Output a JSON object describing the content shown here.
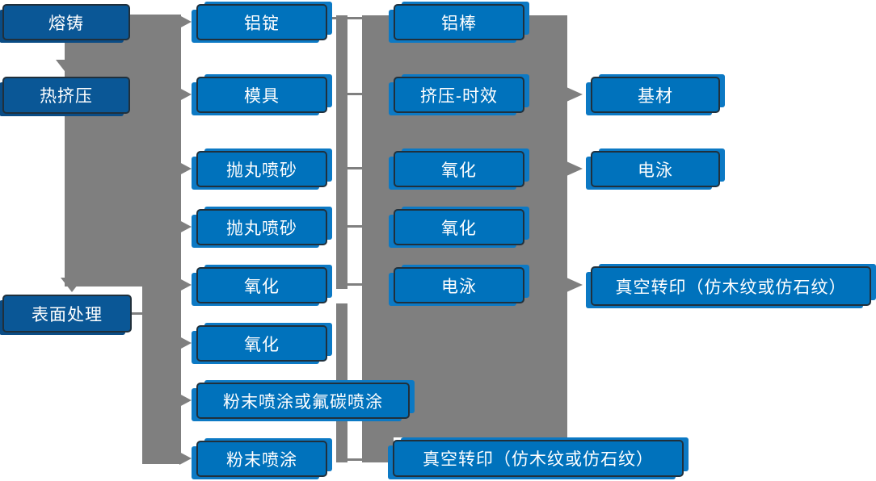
{
  "colors": {
    "stage_box_fill": "#0a5796",
    "process_box_fill": "#0072bc",
    "box_border": "#20303c",
    "box_text": "#ffffff",
    "connector_gray": "#7f7f7f",
    "background": "#ffffff"
  },
  "nodes": {
    "melting_casting": {
      "label": "熔铸"
    },
    "hot_extrusion": {
      "label": "热挤压"
    },
    "surface_treatment": {
      "label": "表面处理"
    },
    "aluminum_ingot": {
      "label": "铝锭"
    },
    "mold": {
      "label": "模具"
    },
    "shot_blasting_1": {
      "label": "抛丸喷砂"
    },
    "shot_blasting_2": {
      "label": "抛丸喷砂"
    },
    "oxidation_1": {
      "label": "氧化"
    },
    "oxidation_2": {
      "label": "氧化"
    },
    "powder_or_fluorocarbon_coating": {
      "label": "粉末喷涂或氟碳喷涂"
    },
    "powder_coating": {
      "label": "粉末喷涂"
    },
    "aluminum_rod": {
      "label": "铝棒"
    },
    "extrusion_aging": {
      "label": "挤压-时效"
    },
    "oxidation_3": {
      "label": "氧化"
    },
    "oxidation_4": {
      "label": "氧化"
    },
    "electrophoresis_1": {
      "label": "电泳"
    },
    "vacuum_transfer_1": {
      "label": "真空转印（仿木纹或仿石纹）"
    },
    "base_material": {
      "label": "基材"
    },
    "electrophoresis_2": {
      "label": "电泳"
    },
    "vacuum_transfer_2": {
      "label": "真空转印（仿木纹或仿石纹）"
    }
  }
}
